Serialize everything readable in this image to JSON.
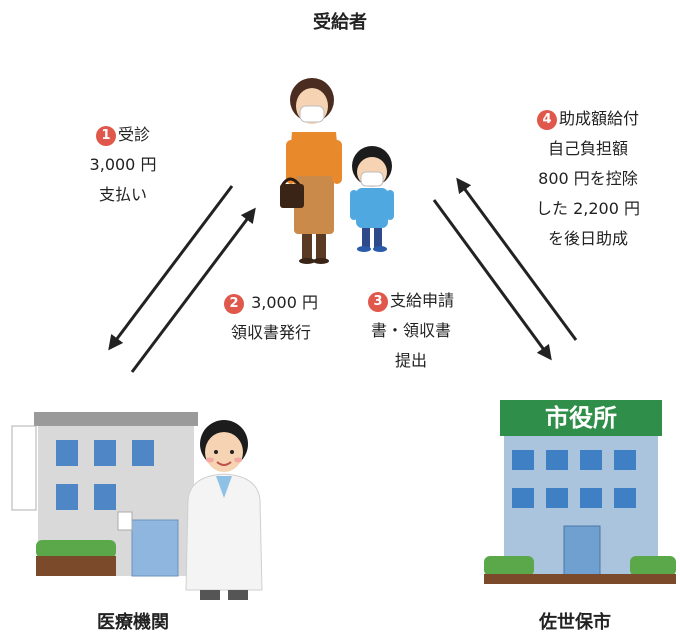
{
  "nodes": {
    "recipient": "受給者",
    "medical": "医療機関",
    "city": "佐世保市",
    "city_sign": "市役所"
  },
  "steps": {
    "s1": {
      "num": "1",
      "lines": [
        "受診",
        "3,000 円",
        "支払い"
      ]
    },
    "s2": {
      "num": "2",
      "lines": [
        "3,000 円",
        "領収書発行"
      ]
    },
    "s3": {
      "num": "3",
      "lines": [
        "支給申請",
        "書・領収書",
        "提出"
      ]
    },
    "s4": {
      "num": "4",
      "lines": [
        "助成額給付",
        "自己負担額",
        "800 円を控除",
        "した 2,200 円",
        "を後日助成"
      ]
    }
  },
  "colors": {
    "badge": "#e0584c",
    "arrow": "#222222",
    "building_blue": "#4f86c6",
    "sign_green": "#2f8f4a"
  },
  "icons": [
    "mother-mask-icon",
    "child-mask-icon",
    "hospital-building-icon",
    "doctor-icon",
    "city-hall-icon"
  ]
}
